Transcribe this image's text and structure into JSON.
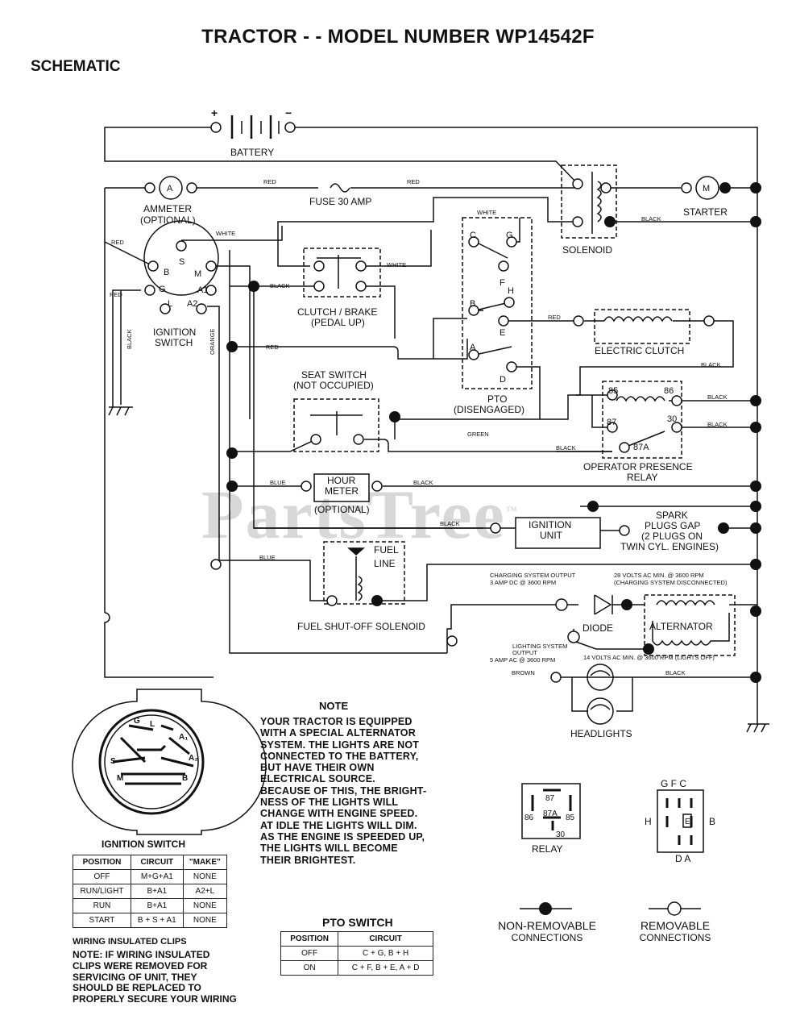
{
  "header": {
    "title": "TRACTOR - - MODEL NUMBER WP14542F",
    "subtitle": "SCHEMATIC"
  },
  "watermark": "PartsTree",
  "watermark_tm": "™",
  "battery": {
    "label": "BATTERY",
    "plus": "+",
    "minus": "−"
  },
  "labels": {
    "ammeter": "AMMETER",
    "ammeter_optional": "(OPTIONAL)",
    "ammeter_symbol": "A",
    "fuse": "FUSE 30 AMP",
    "starter": "STARTER",
    "starter_symbol": "M",
    "solenoid": "SOLENOID",
    "ignition_switch_1": "IGNITION",
    "ignition_switch_2": "SWITCH",
    "clutch_brake_1": "CLUTCH / BRAKE",
    "clutch_brake_2": "(PEDAL UP)",
    "electric_clutch": "ELECTRIC CLUTCH",
    "seat_switch_1": "SEAT SWITCH",
    "seat_switch_2": "(NOT OCCUPIED)",
    "pto_1": "PTO",
    "pto_2": "(DISENGAGED)",
    "relay_1": "OPERATOR PRESENCE",
    "relay_2": "RELAY",
    "hour_meter_1": "HOUR",
    "hour_meter_2": "METER",
    "hour_meter_3": "(OPTIONAL)",
    "ignition_unit_1": "IGNITION",
    "ignition_unit_2": "UNIT",
    "spark_1": "SPARK",
    "spark_2": "PLUGS GAP",
    "spark_3": "(2 PLUGS ON",
    "spark_4": "TWIN CYL. ENGINES)",
    "fuel_line_1": "FUEL",
    "fuel_line_2": "LINE",
    "fuel_solenoid": "FUEL SHUT-OFF SOLENOID",
    "diode": "DIODE",
    "alternator": "ALTERNATOR",
    "headlights": "HEADLIGHTS",
    "charging_1": "CHARGING SYSTEM OUTPUT",
    "charging_2": "3 AMP DC @ 3600 RPM",
    "volts28_1": "28 VOLTS AC MIN. @ 3600 RPM",
    "volts28_2": "(CHARGING SYSTEM DISCONNECTED)",
    "lighting_1": "LIGHTING SYSTEM",
    "lighting_2": "OUTPUT",
    "lighting_3": "5 AMP AC @ 3600 RPM",
    "volts14": "14 VOLTS AC MIN. @ 3600 RPM (LIGHTS OFF)"
  },
  "wires": {
    "red": "RED",
    "white": "WHITE",
    "black": "BLACK",
    "orange": "ORANGE",
    "blue": "BLUE",
    "green": "GREEN",
    "brown": "BROWN"
  },
  "terminals": {
    "s": "S",
    "b": "B",
    "m": "M",
    "g": "G",
    "a1": "A1",
    "l": "L",
    "a2": "A2",
    "c": "C",
    "f": "F",
    "h": "H",
    "e": "E",
    "a": "A",
    "d": "D",
    "r85": "85",
    "r86": "86",
    "r87": "87",
    "r30": "30",
    "r87a": "87A"
  },
  "note": {
    "title": "NOTE",
    "lines": [
      "YOUR TRACTOR IS EQUIPPED",
      "WITH A SPECIAL ALTERNATOR",
      "SYSTEM.  THE LIGHTS ARE NOT",
      "CONNECTED TO THE BATTERY,",
      "BUT HAVE THEIR OWN",
      "ELECTRICAL SOURCE.",
      "BECAUSE OF THIS, THE BRIGHT-",
      "NESS OF THE LIGHTS WILL",
      "CHANGE WITH ENGINE SPEED.",
      "AT IDLE THE LIGHTS WILL DIM.",
      "AS THE ENGINE IS SPEEDED UP,",
      "THE LIGHTS WILL BECOME",
      "THEIR BRIGHTEST."
    ]
  },
  "ignition_table": {
    "caption": "IGNITION SWITCH",
    "headers": [
      "POSITION",
      "CIRCUIT",
      "\"MAKE\""
    ],
    "rows": [
      [
        "OFF",
        "M+G+A1",
        "NONE"
      ],
      [
        "RUN/LIGHT",
        "B+A1",
        "A2+L"
      ],
      [
        "RUN",
        "B+A1",
        "NONE"
      ],
      [
        "START",
        "B + S + A1",
        "NONE"
      ]
    ]
  },
  "pto_table": {
    "caption": "PTO SWITCH",
    "headers": [
      "POSITION",
      "CIRCUIT"
    ],
    "rows": [
      [
        "OFF",
        "C + G, B + H"
      ],
      [
        "ON",
        "C + F, B + E, A + D"
      ]
    ]
  },
  "clips": {
    "heading": "WIRING INSULATED CLIPS",
    "lines": [
      "NOTE: IF WIRING INSULATED",
      "CLIPS WERE REMOVED FOR",
      "SERVICING OF UNIT, THEY",
      "SHOULD BE REPLACED TO",
      "PROPERLY SECURE YOUR WIRING"
    ]
  },
  "relay_icon": {
    "caption": "RELAY",
    "t87": "87",
    "t87a": "87A",
    "t86": "86",
    "t85": "85",
    "t30": "30"
  },
  "pto_icon": {
    "top": "G  F  C",
    "left": "H",
    "right": "B",
    "center": "E",
    "bottom": "D  A"
  },
  "ign_icon": {
    "g": "G",
    "l": "L",
    "a1": "A₁",
    "s": "S",
    "a2": "A₂",
    "m": "M",
    "b": "B"
  },
  "legend": {
    "non_removable_1": "NON-REMOVABLE",
    "non_removable_2": "CONNECTIONS",
    "removable_1": "REMOVABLE",
    "removable_2": "CONNECTIONS"
  }
}
